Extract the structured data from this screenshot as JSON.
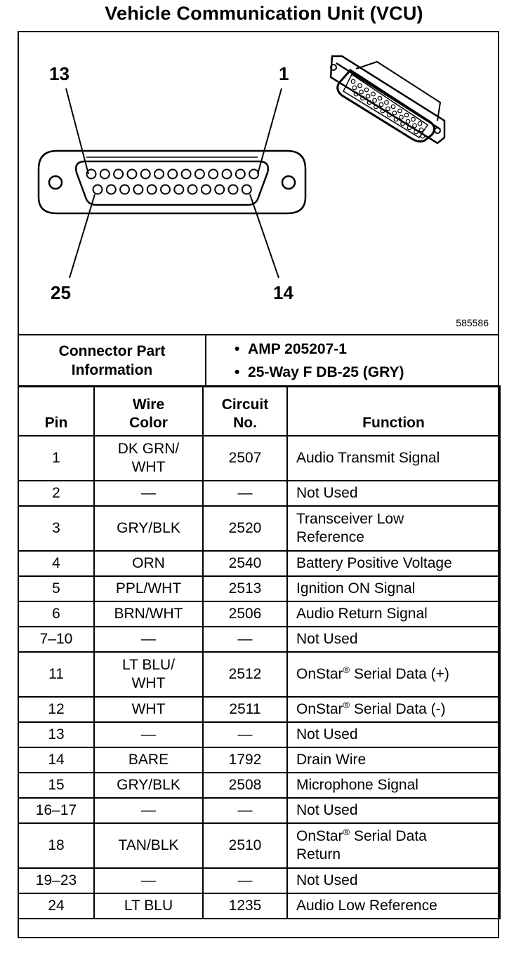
{
  "title": "Vehicle Communication Unit (VCU)",
  "figure": {
    "pin_labels": {
      "top_left": "13",
      "top_right": "1",
      "bottom_left": "25",
      "bottom_right": "14"
    },
    "figure_id": "585586"
  },
  "connector_info": {
    "label": "Connector Part Information",
    "values": [
      "AMP 205207-1",
      "25-Way F DB-25 (GRY)"
    ]
  },
  "table": {
    "headers": {
      "pin": "Pin",
      "wire_color": "Wire Color",
      "circuit": "Circuit No.",
      "function": "Function"
    },
    "rows": [
      {
        "pin": "1",
        "wire": "DK GRN/ WHT",
        "circuit": "2507",
        "function": "Audio Transmit Signal",
        "sup": "",
        "suffix": ""
      },
      {
        "pin": "2",
        "wire": "—",
        "circuit": "—",
        "function": "Not Used",
        "sup": "",
        "suffix": ""
      },
      {
        "pin": "3",
        "wire": "GRY/BLK",
        "circuit": "2520",
        "function": "Transceiver Low Reference",
        "sup": "",
        "suffix": ""
      },
      {
        "pin": "4",
        "wire": "ORN",
        "circuit": "2540",
        "function": "Battery Positive Voltage",
        "sup": "",
        "suffix": ""
      },
      {
        "pin": "5",
        "wire": "PPL/WHT",
        "circuit": "2513",
        "function": "Ignition ON Signal",
        "sup": "",
        "suffix": ""
      },
      {
        "pin": "6",
        "wire": "BRN/WHT",
        "circuit": "2506",
        "function": "Audio Return Signal",
        "sup": "",
        "suffix": ""
      },
      {
        "pin": "7–10",
        "wire": "—",
        "circuit": "—",
        "function": "Not Used",
        "sup": "",
        "suffix": ""
      },
      {
        "pin": "11",
        "wire": "LT BLU/ WHT",
        "circuit": "2512",
        "function": "OnStar",
        "sup": "®",
        "suffix": " Serial Data (+)"
      },
      {
        "pin": "12",
        "wire": "WHT",
        "circuit": "2511",
        "function": "OnStar",
        "sup": "®",
        "suffix": " Serial Data (-)"
      },
      {
        "pin": "13",
        "wire": "—",
        "circuit": "—",
        "function": "Not Used",
        "sup": "",
        "suffix": ""
      },
      {
        "pin": "14",
        "wire": "BARE",
        "circuit": "1792",
        "function": "Drain Wire",
        "sup": "",
        "suffix": ""
      },
      {
        "pin": "15",
        "wire": "GRY/BLK",
        "circuit": "2508",
        "function": "Microphone Signal",
        "sup": "",
        "suffix": ""
      },
      {
        "pin": "16–17",
        "wire": "—",
        "circuit": "—",
        "function": "Not Used",
        "sup": "",
        "suffix": ""
      },
      {
        "pin": "18",
        "wire": "TAN/BLK",
        "circuit": "2510",
        "function": "OnStar",
        "sup": "®",
        "suffix": " Serial Data Return"
      },
      {
        "pin": "19–23",
        "wire": "—",
        "circuit": "—",
        "function": "Not Used",
        "sup": "",
        "suffix": ""
      },
      {
        "pin": "24",
        "wire": "LT BLU",
        "circuit": "1235",
        "function": "Audio Low Reference",
        "sup": "",
        "suffix": ""
      }
    ]
  }
}
